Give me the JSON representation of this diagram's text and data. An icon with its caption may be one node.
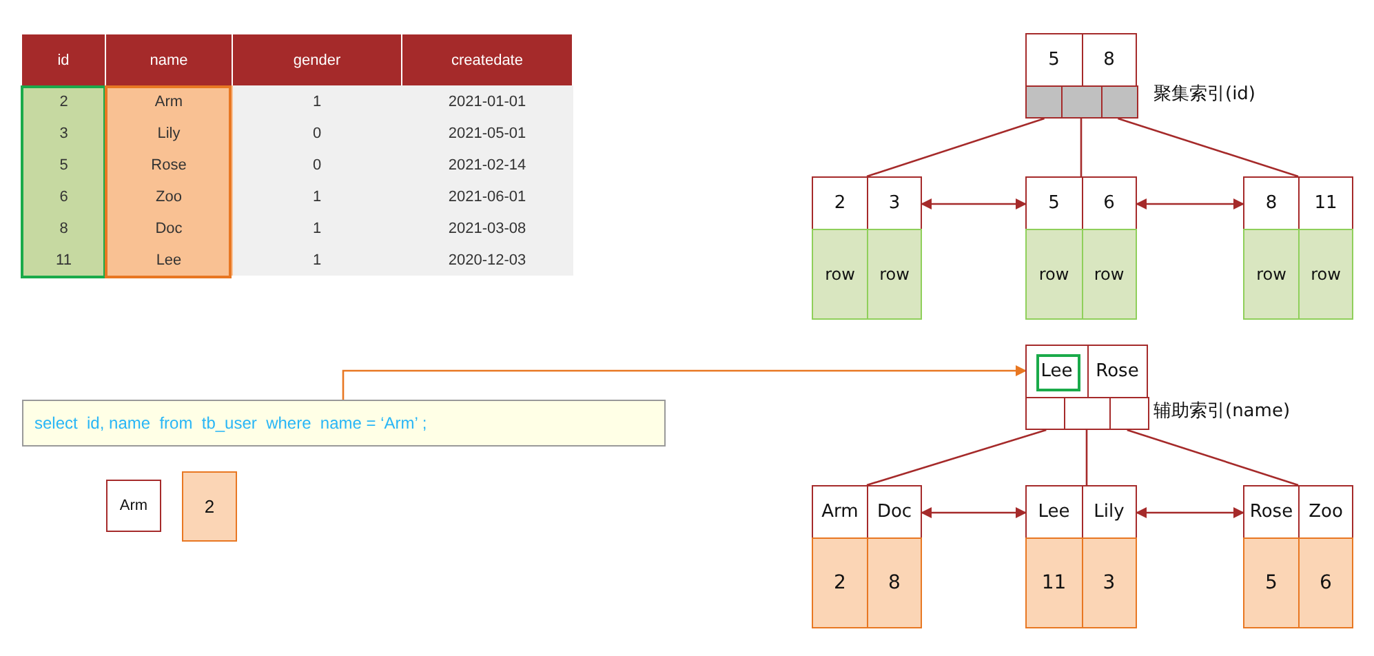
{
  "diagram": {
    "nodes": [
      {
        "text": [
          "5",
          "8"
        ],
        "beside": [
          "聚集索引(id)"
        ]
      },
      {
        "text": [
          "2",
          "3",
          "row",
          "row"
        ]
      },
      {
        "text": [
          "5",
          "6",
          "row",
          "row"
        ]
      },
      {
        "text": [
          "8",
          "11",
          "row",
          "row"
        ]
      },
      {
        "text": [
          "select  id, name  from  tb_user  where  name = ‘Arm’ ;"
        ]
      },
      {
        "text": [
          "Lee",
          "Rose"
        ],
        "beside": [
          "辅助索引(name)"
        ]
      },
      {
        "text": [
          "Arm",
          "Doc",
          "2",
          "8"
        ]
      },
      {
        "text": [
          "Lee",
          "Lily",
          "11",
          "3"
        ]
      },
      {
        "text": [
          "Rose",
          "Zoo",
          "5",
          "6"
        ]
      },
      {
        "text": [
          "Arm"
        ]
      },
      {
        "text": [
          "2"
        ]
      }
    ],
    "edges": [
      {
        "from": 0,
        "to": 1,
        "arrow": "none"
      },
      {
        "from": 0,
        "to": 2,
        "arrow": "none"
      },
      {
        "from": 0,
        "to": 3,
        "arrow": "none"
      },
      {
        "from": 1,
        "to": 2,
        "arrow": "both"
      },
      {
        "from": 2,
        "to": 3,
        "arrow": "both"
      },
      {
        "from": 4,
        "to": 5,
        "arrow": "to",
        "color": "#e87722"
      },
      {
        "from": 5,
        "to": 6,
        "arrow": "none"
      },
      {
        "from": 5,
        "to": 7,
        "arrow": "none"
      },
      {
        "from": 5,
        "to": 8,
        "arrow": "none"
      },
      {
        "from": 6,
        "to": 7,
        "arrow": "both"
      },
      {
        "from": 7,
        "to": 8,
        "arrow": "both"
      }
    ],
    "labels": [
      "id",
      "name",
      "gender",
      "createdate",
      "2",
      "Arm",
      "1",
      "2021-01-01",
      "3",
      "Lily",
      "0",
      "2021-05-01",
      "5",
      "Rose",
      "0",
      "2021-02-14",
      "6",
      "Zoo",
      "1",
      "2021-06-01",
      "8",
      "Doc",
      "1",
      "2021-03-08",
      "11",
      "Lee",
      "1",
      "2020-12-03"
    ]
  }
}
